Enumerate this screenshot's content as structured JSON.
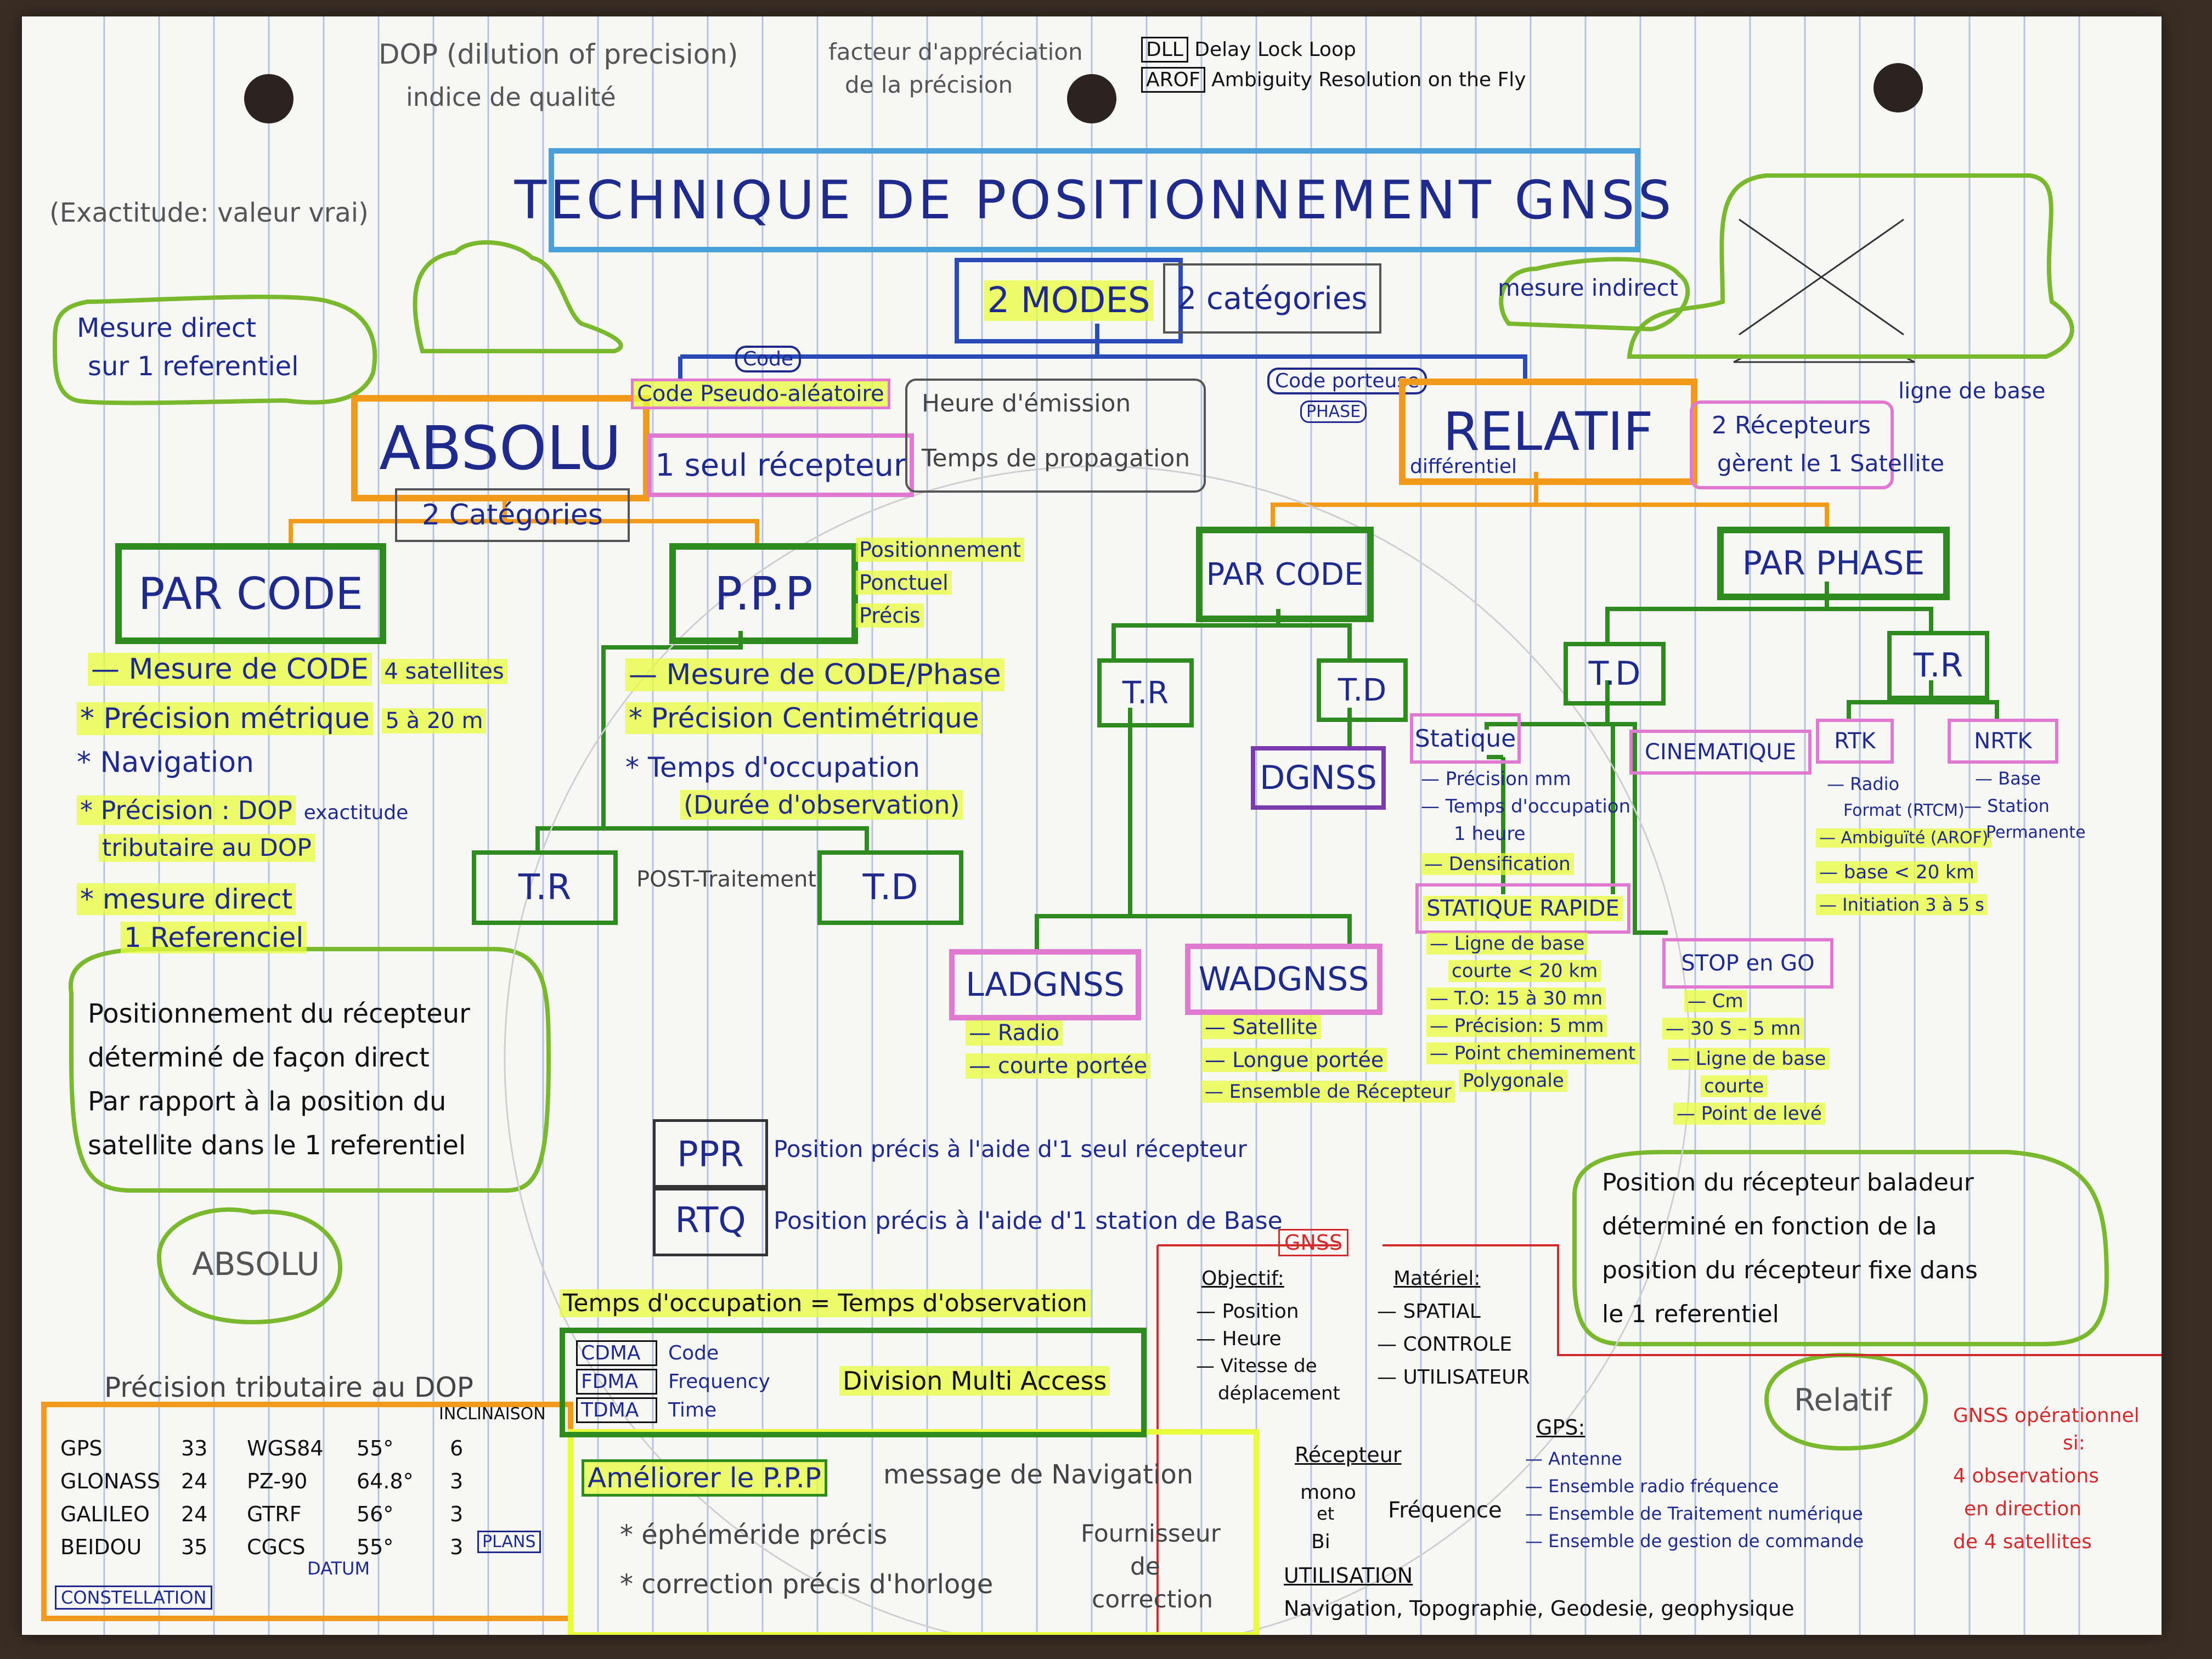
{
  "header": {
    "dop_note": "DOP (dilution of precision)",
    "dop_sub": "indice de qualité",
    "factor_note": "facteur d'appréciation",
    "factor_sub": "de la précision",
    "dll_abbr": "DLL",
    "dll_text": "Delay Lock Loop",
    "arof_abbr": "AROF",
    "arof_text": "Ambiguity Resolution on the Fly",
    "exactitude": "(Exactitude: valeur vrai)"
  },
  "title": "TECHNIQUE DE POSITIONNEMENT GNSS",
  "modes": {
    "label": "2 MODES",
    "categories": "2 catégories"
  },
  "absolu": {
    "bubble": [
      "Mesure direct",
      "sur 1 referentiel"
    ],
    "label": "ABSOLU",
    "code_tag": "Code",
    "code_pseudo": "Code Pseudo-aléatoire",
    "seul_recepteur": "1 seul récepteur",
    "heure": "Heure d'émission",
    "temps": "Temps de propagation",
    "categories": "2 Catégories",
    "par_code": {
      "label": "PAR CODE",
      "items": [
        "— Mesure de CODE",
        "4 satellites",
        "* Précision métrique",
        "5 à 20 m",
        "* Navigation",
        "* Précision : DOP",
        "exactitude",
        "tributaire au DOP",
        "* mesure direct",
        "1 Referenciel"
      ]
    },
    "ppp": {
      "label": "P.P.P",
      "note": [
        "Positionnement",
        "Ponctuel",
        "Précis"
      ],
      "items": [
        "— Mesure de CODE/Phase",
        "* Précision Centimétrique",
        "* Temps d'occupation",
        "(Durée d'observation)"
      ],
      "tr": "T.R",
      "td": "T.D",
      "post": "POST-Traitement"
    },
    "definition": [
      "Positionnement du récepteur",
      "déterminé de façon direct",
      "Par rapport à la position du",
      "satellite dans le 1 referentiel"
    ],
    "cloud": "ABSOLU"
  },
  "relatif": {
    "mesure": "mesure indirect",
    "code_porteuse": "Code porteuse",
    "phase_tag": "PHASE",
    "label": "RELATIF",
    "sub": "différentiel",
    "recepteurs": [
      "2 Récepteurs",
      "gèrent le 1 Satellite"
    ],
    "baseline": "ligne de base",
    "par_code": {
      "label": "PAR CODE",
      "tr": "T.R",
      "td": "T.D",
      "dgnss": "DGNSS",
      "ladgnss": {
        "label": "LADGNSS",
        "items": [
          "— Radio",
          "— courte portée"
        ]
      },
      "wadgnss": {
        "label": "WADGNSS",
        "items": [
          "— Satellite",
          "— Longue portée",
          "— Ensemble de Récepteur"
        ]
      }
    },
    "par_phase": {
      "label": "PAR PHASE",
      "td": "T.D",
      "tr": "T.R",
      "statique": {
        "label": "Statique",
        "items": [
          "— Précision mm",
          "— Temps d'occupation",
          "1 heure",
          "— Densification"
        ]
      },
      "statique_rapide": {
        "label": "STATIQUE RAPIDE",
        "items": [
          "— Ligne de base",
          "courte < 20 km",
          "— T.O: 15 à 30 mn",
          "— Précision: 5 mm",
          "— Point cheminement",
          "Polygonale"
        ]
      },
      "cinematique": {
        "label": "CINEMATIQUE"
      },
      "stop_go": {
        "label": "STOP en GO",
        "items": [
          "— Cm",
          "— 30 S – 5 mn",
          "— Ligne de base",
          "courte",
          "— Point de levé"
        ]
      },
      "rtk": {
        "label": "RTK",
        "items": [
          "— Radio",
          "Format (RTCM)",
          "— Ambiguïté (AROF)",
          "— base < 20 km",
          "— Initiation 3 à 5 s"
        ]
      },
      "nrtk": {
        "label": "NRTK",
        "items": [
          "— Base",
          "— Station",
          "Permanente"
        ]
      }
    },
    "definition": [
      "Position du récepteur baladeur",
      "déterminé en fonction de la",
      "position du récepteur fixe dans",
      "le 1 referentiel"
    ],
    "cloud": "Relatif"
  },
  "ppr": {
    "abbr": "PPR",
    "text": "Position précis à l'aide d'1 seul récepteur"
  },
  "rtq": {
    "abbr": "RTQ",
    "text": "Position précis à l'aide d'1 station de Base"
  },
  "temps_occupation": "Temps d'occupation = Temps d'observation",
  "multiplex": {
    "rows": [
      {
        "abbr": "CDMA",
        "word": "Code"
      },
      {
        "abbr": "FDMA",
        "word": "Frequency"
      },
      {
        "abbr": "TDMA",
        "word": "Time"
      }
    ],
    "label": "Division Multi Access"
  },
  "ameliorer": {
    "title": "Améliorer le P.P.P",
    "message": "message de Navigation",
    "items": [
      "* éphéméride précis",
      "* correction précis d'horloge"
    ],
    "provider": [
      "Fournisseur",
      "de",
      "correction"
    ]
  },
  "gnss_box": {
    "tag": "GNSS",
    "objectif": {
      "title": "Objectif:",
      "items": [
        "— Position",
        "— Heure",
        "— Vitesse de",
        "déplacement"
      ]
    },
    "materiel": {
      "title": "Matériel:",
      "items": [
        "— SPATIAL",
        "— CONTROLE",
        "— UTILISATEUR"
      ]
    },
    "recepteur": {
      "title": "Récepteur",
      "items": [
        "mono",
        "et",
        "Bi"
      ],
      "freq": "Fréquence"
    },
    "gps": {
      "title": "GPS:",
      "items": [
        "— Antenne",
        "— Ensemble radio fréquence",
        "— Ensemble de Traitement numérique",
        "— Ensemble de gestion de commande"
      ]
    },
    "utilisation": {
      "title": "UTILISATION",
      "text": "Navigation, Topographie, Geodesie, geophysique"
    }
  },
  "constellation_table": {
    "title": "Précision tributaire au DOP",
    "inclinaison_header": "INCLINAISON",
    "rows": [
      {
        "name": "GPS",
        "sats": "33",
        "datum": "WGS84",
        "incl": "55°",
        "plans": "6"
      },
      {
        "name": "GLONASS",
        "sats": "24",
        "datum": "PZ-90",
        "incl": "64.8°",
        "plans": "3"
      },
      {
        "name": "GALILEO",
        "sats": "24",
        "datum": "GTRF",
        "incl": "56°",
        "plans": "3"
      },
      {
        "name": "BEIDOU",
        "sats": "35",
        "datum": "CGCS",
        "incl": "55°",
        "plans": "3"
      }
    ],
    "label_constellation": "CONSTELLATION",
    "label_datum": "DATUM",
    "label_plans": "PLANS"
  },
  "gnss_operational": [
    "GNSS opérationnel",
    "si:",
    "4 observations",
    "en direction",
    "de 4 satellites"
  ],
  "colors": {
    "green": "#2e8b1e",
    "orange": "#f39a1c",
    "pink": "#e07ad0",
    "blue": "#2a4ab8",
    "highlight": "#e8ff3c",
    "ink": "#1e2a8c",
    "red": "#d32b2b"
  }
}
